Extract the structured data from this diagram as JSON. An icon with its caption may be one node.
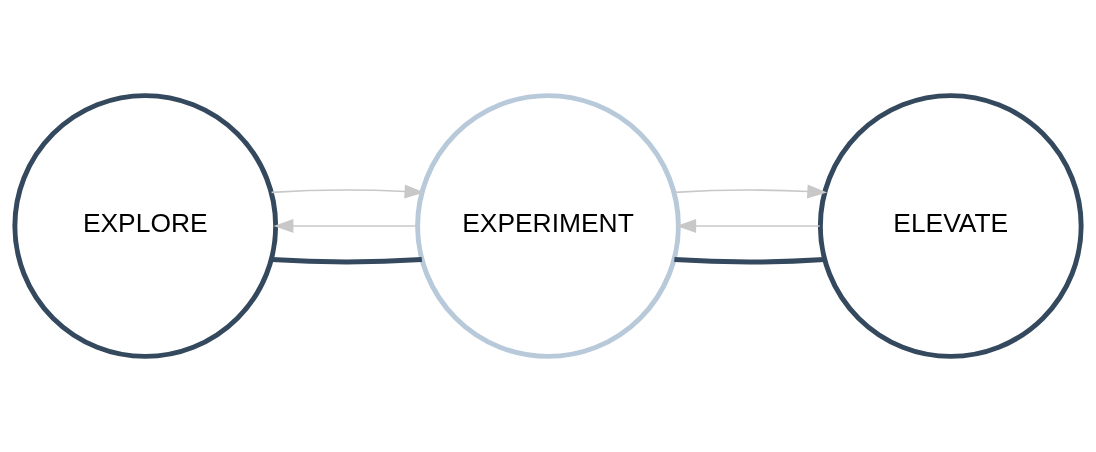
{
  "diagram": {
    "nodes": [
      {
        "text": [
          "EXPLORE"
        ]
      },
      {
        "text": [
          "EXPERIMENT"
        ]
      },
      {
        "text": [
          "ELEVATE"
        ]
      }
    ],
    "edges": [
      {
        "from": 0,
        "to": 1,
        "arrow": "none",
        "style": "thick",
        "color": "#34495e"
      },
      {
        "from": 1,
        "to": 2,
        "arrow": "none",
        "style": "thick",
        "color": "#34495e"
      },
      {
        "from": 1,
        "to": 0,
        "arrow": "to"
      },
      {
        "from": 0,
        "to": 1,
        "arrow": "to"
      },
      {
        "from": 2,
        "to": 1,
        "arrow": "to"
      },
      {
        "from": 1,
        "to": 2,
        "arrow": "to"
      }
    ]
  }
}
